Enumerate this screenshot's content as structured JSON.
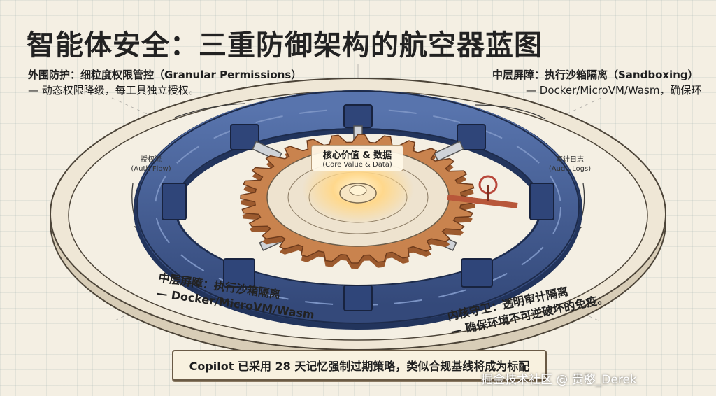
{
  "title": "智能体安全：三重防御架构的航空器蓝图",
  "outer_defense": {
    "title": "外围防护：细粒度权限管控（Granular Permissions）",
    "desc": "— 动态权限降级，每工具独立授权。"
  },
  "middle_defense_top": {
    "title": "中层屏障：执行沙箱隔离（Sandboxing）",
    "desc": "— Docker/MicroVM/Wasm，确保环"
  },
  "core": {
    "label": "核心价值 & 数据",
    "sublabel": "(Core Value & Data)"
  },
  "auth_flow": {
    "label": "授权流",
    "sublabel": "(Auth Flow)"
  },
  "audit_logs": {
    "label": "审计日志",
    "sublabel": "(Audit Logs)"
  },
  "middle_defense_bottom": {
    "title": "中层屏障：执行沙箱隔离",
    "desc": "— Docker/MicroVM/Wasm"
  },
  "inner_defense": {
    "title": "内核守卫：透明审计隔离",
    "desc": "— 确保环境不可逆破坏的免疫。"
  },
  "banner_text": "Copilot 已采用 28 天记忆强制过期策略，类似合规基线将成为标配",
  "watermark": "掘金技术社区 @ 贵憨_Derek",
  "colors": {
    "paper": "#f4efe3",
    "outer_ring": "#e9dfcc",
    "armor_ring": "#3f5a93",
    "armor_dark": "#2c3f6b",
    "gear": "#c9834e",
    "gear_dark": "#9c5a2e",
    "core_glow": "#ffcf7a"
  }
}
